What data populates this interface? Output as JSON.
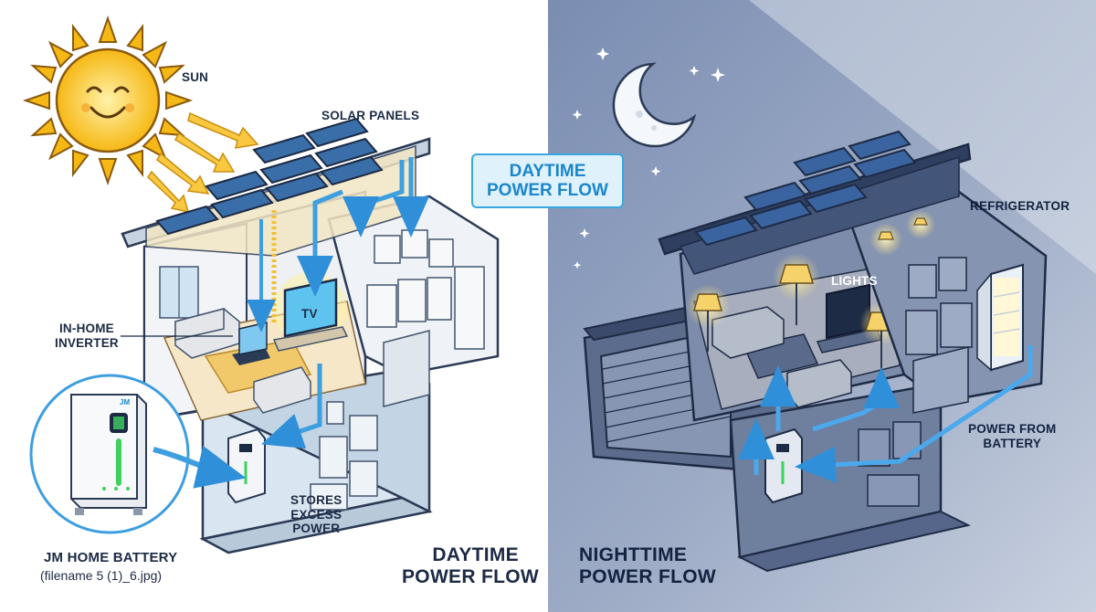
{
  "labels": {
    "sun": "SUN",
    "solar_panels": "SOLAR PANELS",
    "in_home_inverter_1": "IN-HOME",
    "in_home_inverter_2": "INVERTER",
    "tv": "TV",
    "stores_1": "STORES",
    "stores_2": "EXCESS",
    "stores_3": "POWER",
    "battery_title": "JM HOME BATTERY",
    "battery_file": "(filename 5 (1)_6.jpg)",
    "daytime_1": "DAYTIME",
    "daytime_2": "POWER FLOW",
    "badge_1": "DAYTIME",
    "badge_2": "POWER FLOW",
    "nighttime_1": "NIGHTTIME",
    "nighttime_2": "POWER FLOW",
    "refrigerator": "REFRIGERATOR",
    "lights": "LIGHTS",
    "power_from_1": "POWER FROM",
    "power_from_2": "BATTERY",
    "battery_logo": "JM"
  },
  "colors": {
    "day_background": "#ffffff",
    "night_background": "#a9b6cd",
    "sun": "#f7c21a",
    "flow_arrow": "#3d9ee0",
    "battery_accent": "#3fd160",
    "badge_text": "#1a86cc"
  },
  "icons": [
    "sun-icon",
    "moon-icon",
    "star-icon",
    "solar-panel-icon",
    "inverter-icon",
    "battery-icon",
    "tv-icon",
    "laptop-icon",
    "lamp-icon",
    "refrigerator-icon"
  ]
}
